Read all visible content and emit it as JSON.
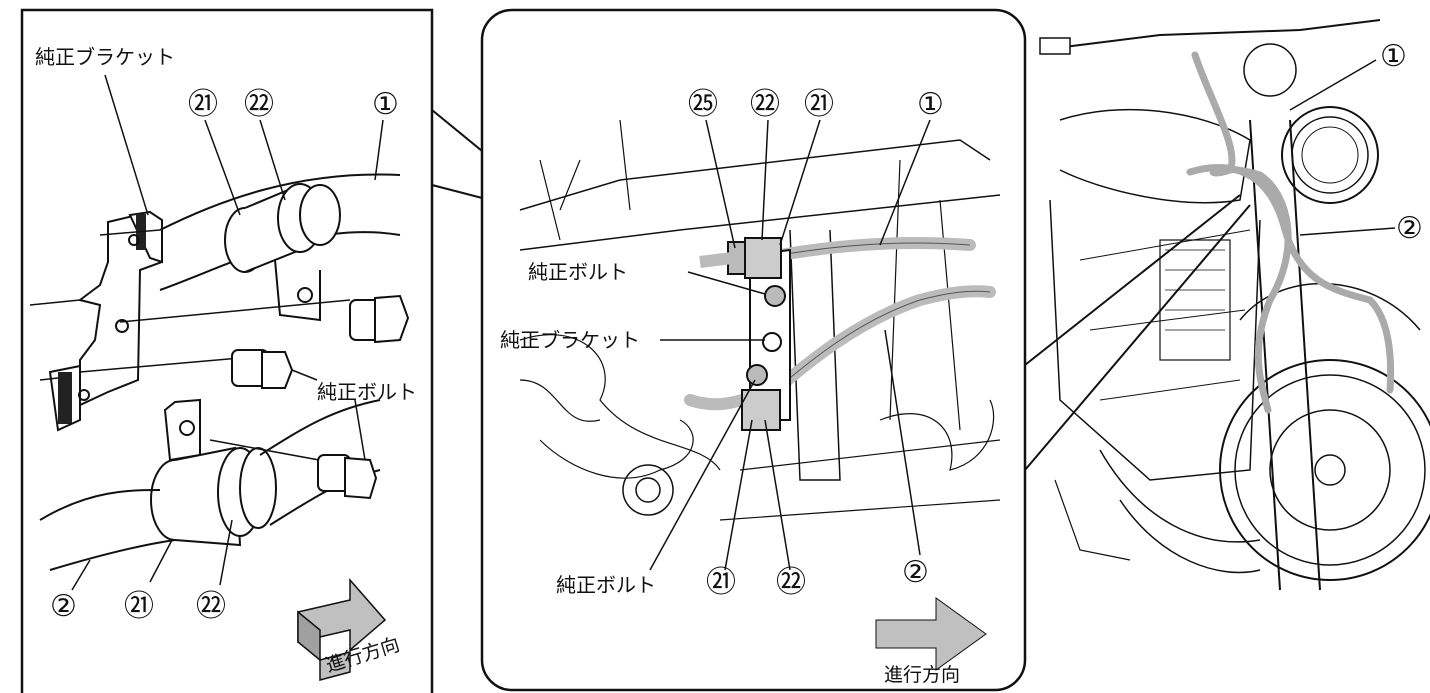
{
  "labels": {
    "genuine_bracket": "純正ブラケット",
    "genuine_bolt": "純正ボルト",
    "direction": "進行方向"
  },
  "callouts": {
    "c1": "①",
    "c2": "②",
    "c21": "㉑",
    "c22": "㉒",
    "c25": "㉕"
  },
  "colors": {
    "line": "#111111",
    "hose": "#b8b8b8",
    "arrow_fill": "#c0c0c0"
  }
}
